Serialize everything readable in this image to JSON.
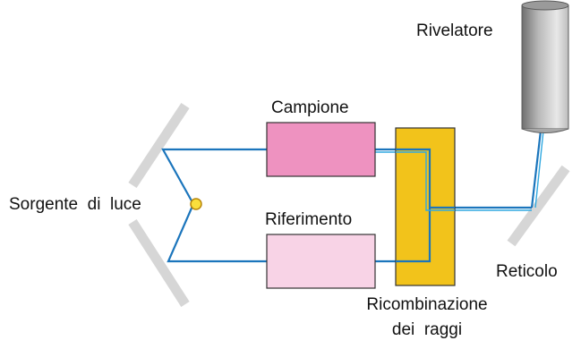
{
  "labels": {
    "detector": "Rivelatore",
    "sample": "Campione",
    "source": "Sorgente  di  luce",
    "reference": "Riferimento",
    "grating": "Reticolo",
    "recombination_line1": "Ricombinazione",
    "recombination_line2": "dei  raggi"
  },
  "colors": {
    "beam": "#1b75bc",
    "beam_light": "#31a9e1",
    "mirror": "#d6d6d6",
    "sample_cell": "#ee92c0",
    "reference_cell": "#f8d3e6",
    "recombiner": "#f2c31b",
    "source_dot": "#f9df3c",
    "detector_dark": "#6f6f6f",
    "detector_light": "#e6e6e6"
  }
}
